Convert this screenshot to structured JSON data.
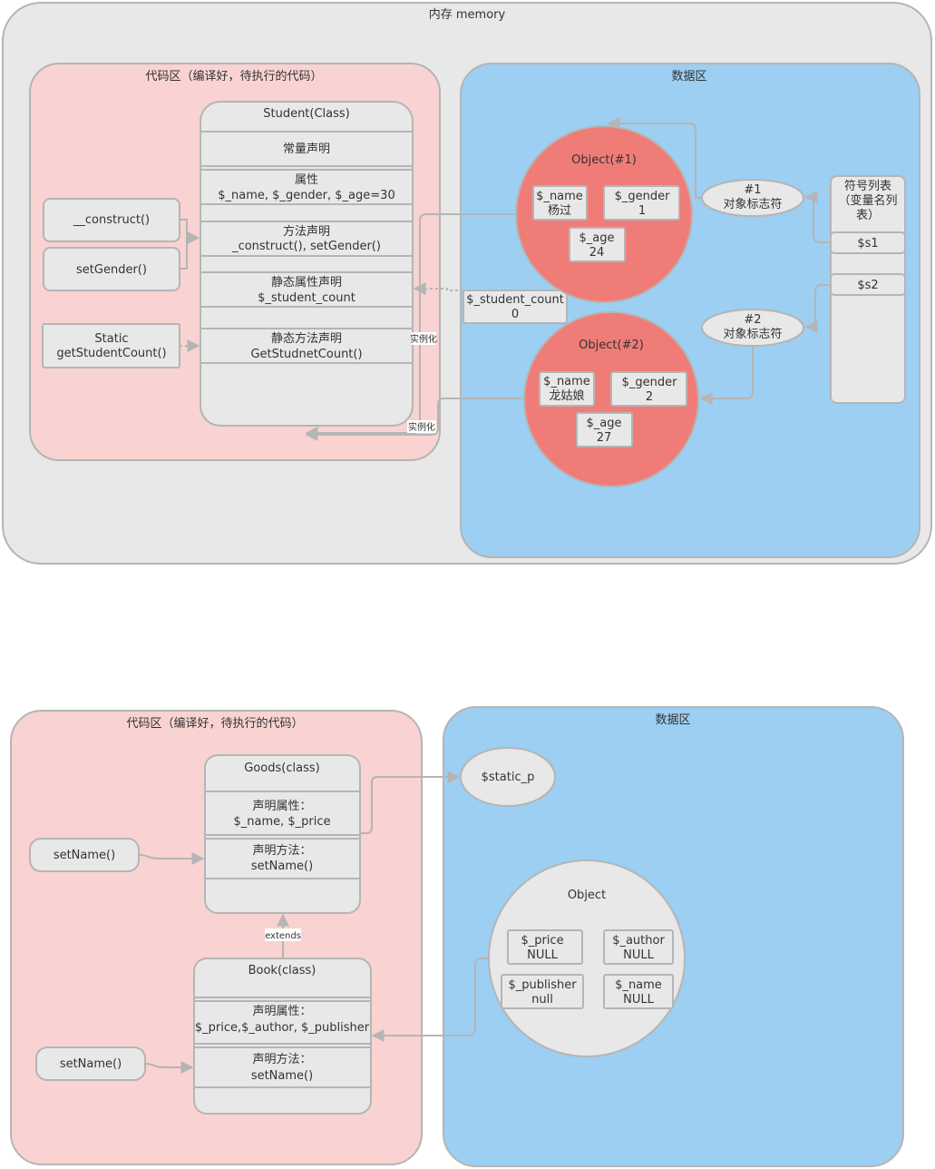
{
  "diagram1": {
    "memory_title": "内存 memory",
    "code_area_title": "代码区（编译好，待执行的代码）",
    "data_area_title": "数据区",
    "class_box": {
      "title": "Student(Class)",
      "constants": "常量声明",
      "props_label": "属性",
      "props_value": "$_name, $_gender, $_age=30",
      "methods_label": "方法声明",
      "methods_value": "_construct(), setGender()",
      "static_props_label": "静态属性声明",
      "static_props_value": "$_student_count",
      "static_methods_label": "静态方法声明",
      "static_methods_value": "GetStudnetCount()"
    },
    "method_construct": "__construct()",
    "method_setgender": "setGender()",
    "static_method_line1": "Static",
    "static_method_line2": "getStudentCount()",
    "static_count_label": "$_student_count",
    "static_count_value": "0",
    "edge_instantiate_1": "实例化",
    "edge_instantiate_2": "实例化",
    "object1": {
      "title": "Object(#1)",
      "name_label": "$_name",
      "name_value": "杨过",
      "gender_label": "$_gender",
      "gender_value": "1",
      "age_label": "$_age",
      "age_value": "24"
    },
    "object2": {
      "title": "Object(#2)",
      "name_label": "$_name",
      "name_value": "龙姑娘",
      "gender_label": "$_gender",
      "gender_value": "2",
      "age_label": "$_age",
      "age_value": "27"
    },
    "identifier1_line1": "#1",
    "identifier1_line2": "对象标志符",
    "identifier2_line1": "#2",
    "identifier2_line2": "对象标志符",
    "symbol_table_line1": "符号列表",
    "symbol_table_line2": "（变量名列",
    "symbol_table_line3": "表）",
    "symbol_s1": "$s1",
    "symbol_s2": "$s2"
  },
  "diagram2": {
    "code_area_title": "代码区（编译好，待执行的代码）",
    "data_area_title": "数据区",
    "goods": {
      "title": "Goods(class)",
      "props_label": "声明属性：",
      "props_value": "$_name, $_price",
      "methods_label": "声明方法：",
      "methods_value": "setName()"
    },
    "goods_setname": "setName()",
    "extends_label": "extends",
    "book": {
      "title": "Book(class)",
      "props_label": "声明属性：",
      "props_value": "$_price,$_author, $_publisher",
      "methods_label": "声明方法：",
      "methods_value": "setName()"
    },
    "book_setname": "setName()",
    "static_p": "$static_p",
    "object": {
      "title": "Object",
      "price_label": "$_price",
      "price_value": "NULL",
      "author_label": "$_author",
      "author_value": "NULL",
      "publisher_label": "$_publisher",
      "publisher_value": "null",
      "name_label": "$_name",
      "name_value": "NULL"
    }
  },
  "colors": {
    "memory_bg": "#e8e8e8",
    "code_area_bg": "#f8d3d1",
    "data_area_bg": "#9ccff2",
    "object_circle": "#f07c78",
    "object2_circle": "#e8e8e8",
    "border": "#b5b5b5"
  }
}
